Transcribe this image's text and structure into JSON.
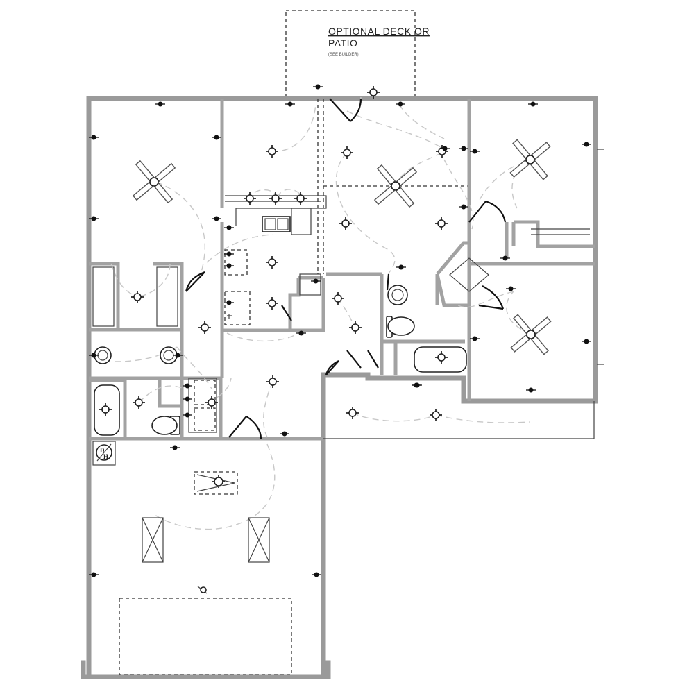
{
  "deck": {
    "title_line1": "OPTIONAL DECK OR",
    "title_line2": "PATIO",
    "note": "(SEE BUILDER)"
  },
  "water_heater": {
    "symbol_top": "D",
    "symbol_bottom": "H"
  },
  "icons": {
    "ceiling_fan": "ceiling-fan-icon",
    "light": "ceiling-light-icon",
    "outlet": "outlet-icon",
    "skylight": "skylight-icon"
  },
  "colors": {
    "wall": "#9a9a9a",
    "circuit": "#c8c8c8",
    "linework": "#222222"
  }
}
